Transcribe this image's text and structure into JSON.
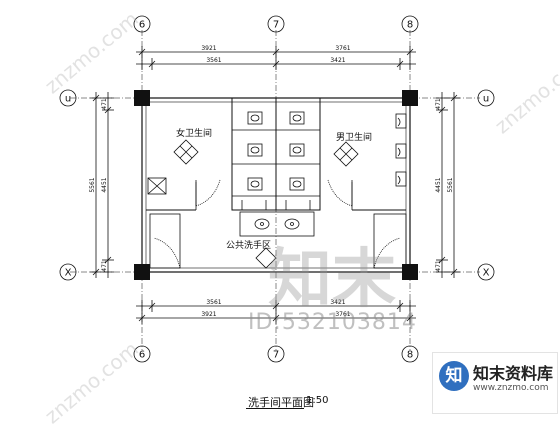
{
  "grid_labels": {
    "top": [
      "6",
      "7",
      "8"
    ],
    "bottom": [
      "6",
      "7",
      "8"
    ],
    "left": [
      "u",
      "X"
    ],
    "right": [
      "u",
      "X"
    ]
  },
  "dimensions": {
    "top_outer": [
      "3921",
      "3761"
    ],
    "top_inner": [
      "3561",
      "3421"
    ],
    "bottom_inner": [
      "3561",
      "3421"
    ],
    "bottom_outer": [
      "3921",
      "3761"
    ],
    "left_outer": "5561",
    "left_inner": "4451",
    "left_small_top": "471",
    "left_small_bottom": "471",
    "right_outer": "5561",
    "right_inner": "4451",
    "right_small_top": "471",
    "right_small_bottom": "471"
  },
  "rooms": {
    "female": "女卫生间",
    "male": "男卫生间",
    "public": "公共洗手区"
  },
  "title": "洗手间平面图",
  "scale": "1:50",
  "watermark": {
    "id": "ID:532103814",
    "brand": "知末",
    "site_name": "知末资料库",
    "url": "www.znzmo.com",
    "diag": "znzmo.com"
  },
  "colors": {
    "line": "#111111",
    "logo": "#2f6fbf"
  }
}
